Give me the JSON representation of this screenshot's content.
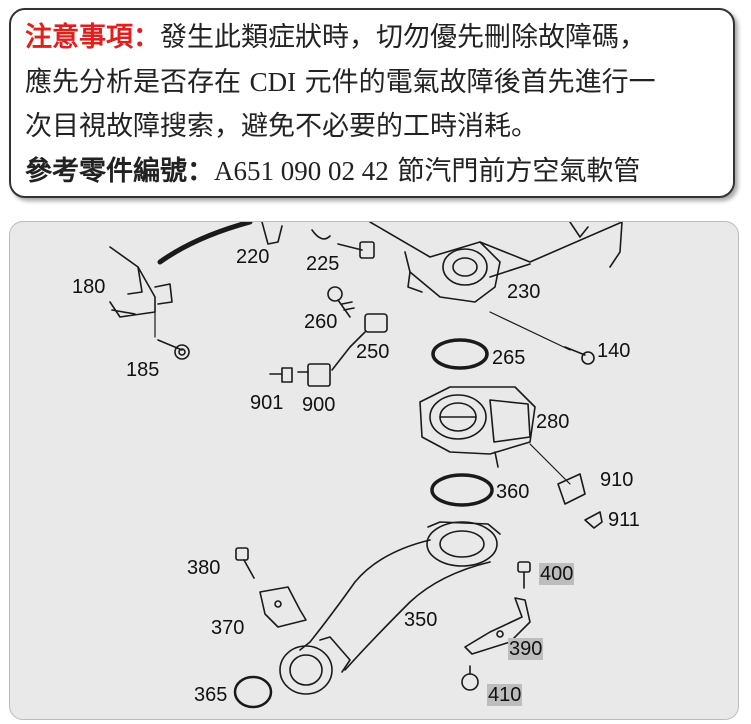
{
  "note": {
    "caution_label": "注意事項：",
    "caution_text_1": "發生此類症狀時，切勿優先刪除故障碼，",
    "caution_text_2a": "應先分析是否存在 ",
    "caution_text_2b": "CDI",
    "caution_text_2c": " 元件的電氣故障後首先進行一",
    "caution_text_3": "次目視故障搜索，避免不必要的工時消耗。",
    "part_label": "參考零件編號：",
    "part_number": "A651 090 02 42",
    "part_desc": " 節汽門前方空氣軟管"
  },
  "diagram": {
    "labels": {
      "p180": "180",
      "p185": "185",
      "p220": "220",
      "p225": "225",
      "p230": "230",
      "p260": "260",
      "p250": "250",
      "p265": "265",
      "p140": "140",
      "p901": "901",
      "p900": "900",
      "p280": "280",
      "p910": "910",
      "p911": "911",
      "p360": "360",
      "p380": "380",
      "p400": "400",
      "p370": "370",
      "p350": "350",
      "p390": "390",
      "p365": "365",
      "p410": "410"
    }
  }
}
